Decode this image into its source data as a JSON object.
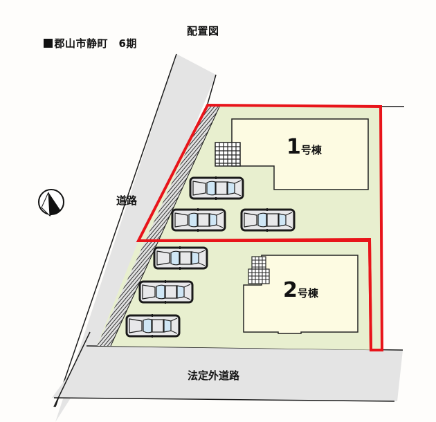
{
  "header": {
    "title": "郡山市静町　6期",
    "subtitle": "配置図"
  },
  "roads": {
    "left_road_label": "道路",
    "bottom_road_label": "法定外道路"
  },
  "lots": [
    {
      "number": "1",
      "suffix": "号棟",
      "parking_spaces": 3
    },
    {
      "number": "2",
      "suffix": "号棟",
      "parking_spaces": 3
    }
  ],
  "icons": {
    "compass": "north-arrow-icon"
  },
  "colors": {
    "lot_fill": "#e8efcf",
    "building_fill": "#fdfbe2",
    "boundary": "#e8141a",
    "road_fill": "#e4e4e4",
    "car_window": "#cfe6f5",
    "car_body": "#e8e8ea"
  }
}
